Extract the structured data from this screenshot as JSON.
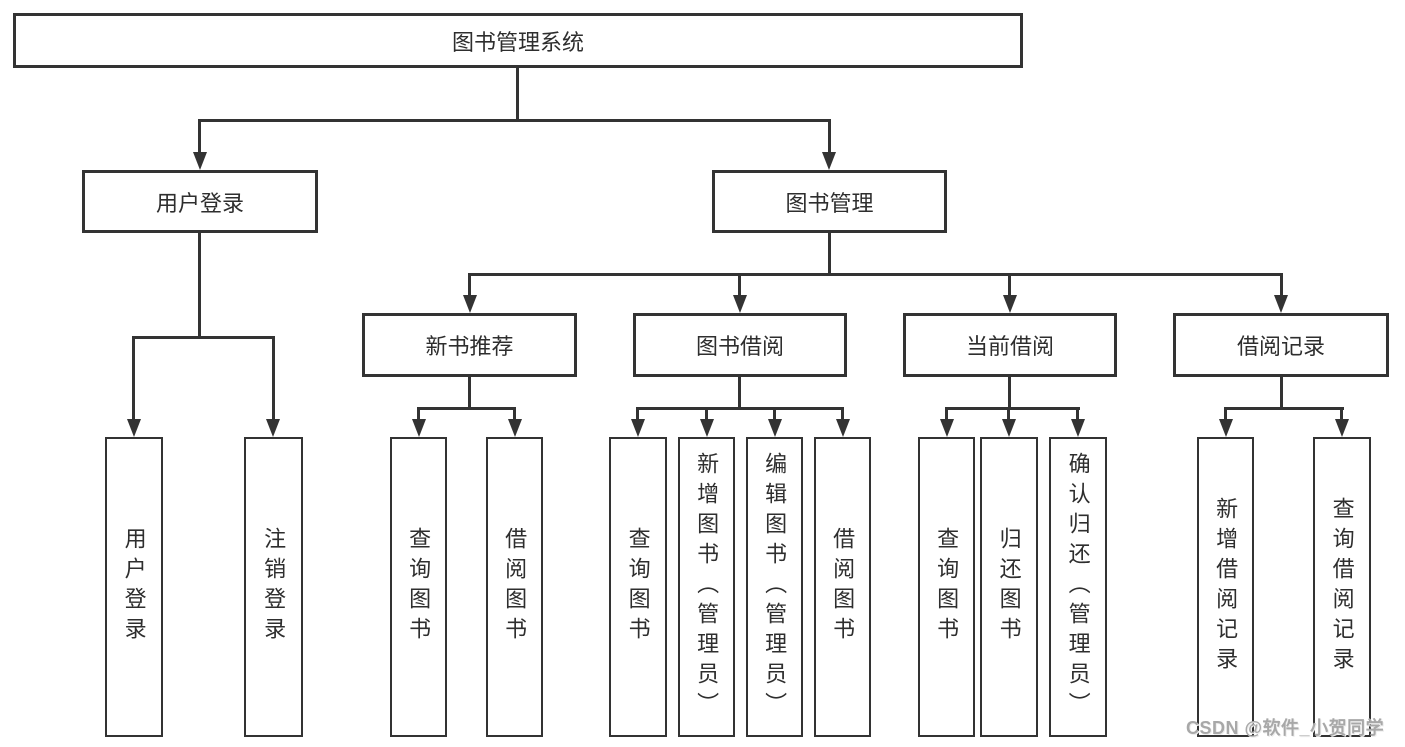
{
  "diagram": {
    "title_node": {
      "label": "图书管理系统"
    },
    "level2": [
      {
        "id": "user-login",
        "label": "用户登录"
      },
      {
        "id": "book-management",
        "label": "图书管理"
      }
    ],
    "level3": [
      {
        "id": "new-book-recommend",
        "label": "新书推荐",
        "parent": "图书管理"
      },
      {
        "id": "book-borrowing",
        "label": "图书借阅",
        "parent": "图书管理"
      },
      {
        "id": "current-borrowing",
        "label": "当前借阅",
        "parent": "图书管理"
      },
      {
        "id": "borrowing-records",
        "label": "借阅记录",
        "parent": "图书管理"
      }
    ],
    "leaves": [
      {
        "label": "用户登录",
        "parent": "用户登录"
      },
      {
        "label": "注销登录",
        "parent": "用户登录"
      },
      {
        "label": "查询图书",
        "parent": "新书推荐"
      },
      {
        "label": "借阅图书",
        "parent": "新书推荐"
      },
      {
        "label": "查询图书",
        "parent": "图书借阅"
      },
      {
        "label": "新增图书（管理员）",
        "parent": "图书借阅"
      },
      {
        "label": "编辑图书（管理员）",
        "parent": "图书借阅"
      },
      {
        "label": "借阅图书",
        "parent": "图书借阅"
      },
      {
        "label": "查询图书",
        "parent": "当前借阅"
      },
      {
        "label": "归还图书",
        "parent": "当前借阅"
      },
      {
        "label": "确认归还（管理员）",
        "parent": "当前借阅"
      },
      {
        "label": "新增借阅记录",
        "parent": "借阅记录"
      },
      {
        "label": "查询借阅记录",
        "parent": "借阅记录"
      }
    ],
    "colors": {
      "line": "#333333",
      "text": "#2e2e2e",
      "background": "#ffffff",
      "watermark": "#a8a8a8"
    }
  },
  "watermark": {
    "text": "CSDN @软件_小贺同学"
  }
}
